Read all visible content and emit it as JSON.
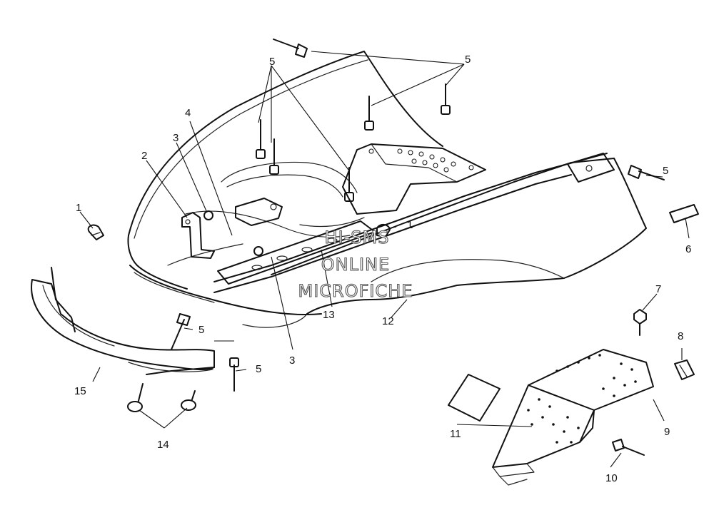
{
  "watermark": {
    "line1": "HI-SMS",
    "line2": "ONLINE",
    "line3": "MICROFICHE"
  },
  "callouts": {
    "c1a": "1",
    "c1b": "1",
    "c2": "2",
    "c3a": "3",
    "c3b": "3",
    "c4": "4",
    "c5a": "5",
    "c5b": "5",
    "c5c": "5",
    "c5d": "5",
    "c5e": "5",
    "c6": "6",
    "c7": "7",
    "c8": "8",
    "c9": "9",
    "c10": "10",
    "c11": "11",
    "c12": "12",
    "c13": "13",
    "c14": "14",
    "c15": "15"
  },
  "colors": {
    "line": "#111111",
    "background": "#ffffff",
    "watermark_outline": "#555555"
  }
}
